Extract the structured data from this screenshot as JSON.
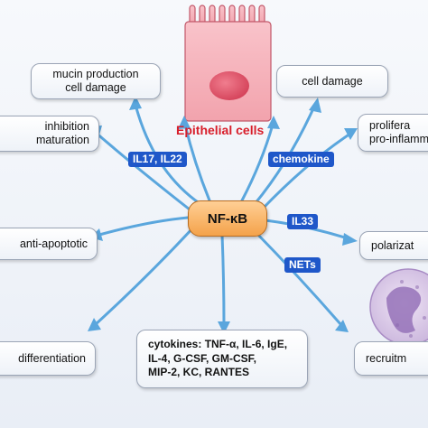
{
  "center": {
    "label": "NF-κB"
  },
  "epithelial": {
    "label": "Epithelial cells"
  },
  "boxes": {
    "top_left": [
      "mucin production",
      "cell damage"
    ],
    "top_right": "cell damage",
    "left_1": [
      "inhibition",
      "maturation"
    ],
    "left_2": "anti-apoptotic",
    "left_3": "differentiation",
    "right_1": [
      "prolifera",
      "pro-inflamm"
    ],
    "right_2": "polarizat",
    "right_3": "recruitm"
  },
  "cytokines": {
    "lines": [
      "cytokines: TNF-α, IL-6, IgE,",
      "IL-4, G-CSF, GM-CSF,",
      "MIP-2, KC, RANTES"
    ]
  },
  "mediators": {
    "il17_il22": "IL17, IL22",
    "chemokine": "chemokine",
    "il33": "IL33",
    "nets": "NETs"
  },
  "colors": {
    "arrow": "#5aa6dd",
    "epithelial_fill": "#f6b4bc",
    "nucleus": "#e0566a",
    "tag": "#1f57c9",
    "center": "#f4a24a",
    "neutrophil": "#a88bc4"
  }
}
